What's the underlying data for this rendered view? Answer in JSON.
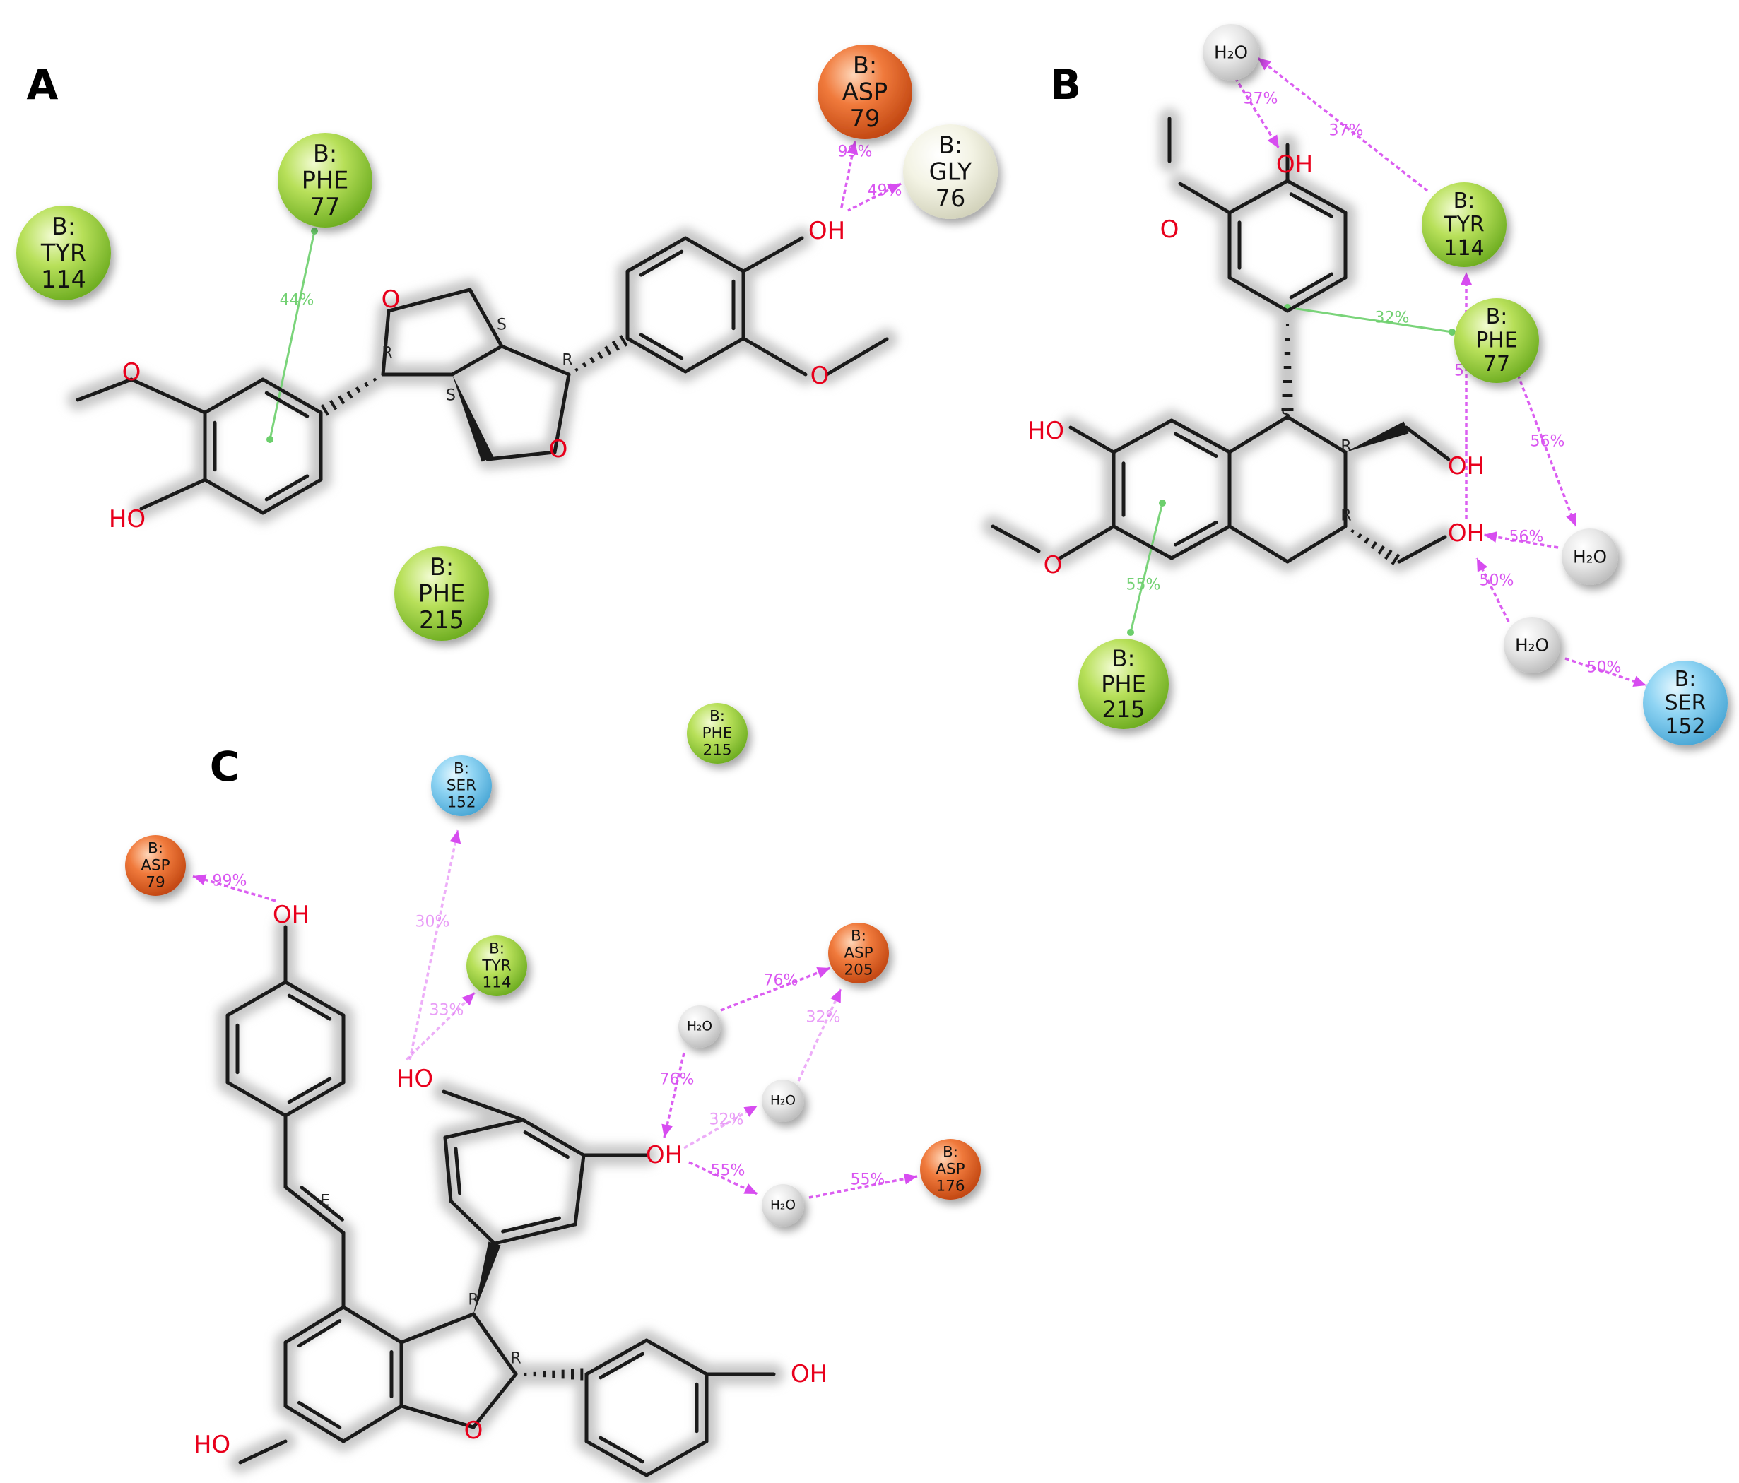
{
  "panels": [
    {
      "id": "A",
      "label": "A"
    },
    {
      "id": "B",
      "label": "B"
    },
    {
      "id": "C",
      "label": "C"
    }
  ],
  "colors": {
    "aromatic": "#8bc73a",
    "acidic": "#e3662b",
    "glycine": "#e9e9d6",
    "polar": "#6fc6ec",
    "water": "#d3d3d3",
    "hbond": "#d74cf0",
    "pipi": "#6ccf6c",
    "oxygen": "#e8001c",
    "bond": "#1a1a1a"
  },
  "residues": [
    {
      "id": "A-phe77",
      "panel": "A",
      "type": "aromatic",
      "lines": [
        "B:",
        "PHE",
        "77"
      ]
    },
    {
      "id": "A-tyr114",
      "panel": "A",
      "type": "aromatic",
      "lines": [
        "B:",
        "TYR",
        "114"
      ]
    },
    {
      "id": "A-asp79",
      "panel": "A",
      "type": "acidic",
      "lines": [
        "B:",
        "ASP",
        "79"
      ]
    },
    {
      "id": "A-gly76",
      "panel": "A",
      "type": "glycine",
      "lines": [
        "B:",
        "GLY",
        "76"
      ]
    },
    {
      "id": "A-phe215",
      "panel": "A",
      "type": "aromatic",
      "lines": [
        "B:",
        "PHE",
        "215"
      ]
    },
    {
      "id": "B-h2o-top",
      "panel": "B",
      "type": "water",
      "lines": [
        "H₂O"
      ]
    },
    {
      "id": "B-tyr114",
      "panel": "B",
      "type": "aromatic",
      "lines": [
        "B:",
        "TYR",
        "114"
      ]
    },
    {
      "id": "B-phe77",
      "panel": "B",
      "type": "aromatic",
      "lines": [
        "B:",
        "PHE",
        "77"
      ]
    },
    {
      "id": "B-h2o-right",
      "panel": "B",
      "type": "water",
      "lines": [
        "H₂O"
      ]
    },
    {
      "id": "B-h2o-bottom",
      "panel": "B",
      "type": "water",
      "lines": [
        "H₂O"
      ]
    },
    {
      "id": "B-ser152",
      "panel": "B",
      "type": "polar",
      "lines": [
        "B:",
        "SER",
        "152"
      ]
    },
    {
      "id": "B-phe215",
      "panel": "B",
      "type": "aromatic",
      "lines": [
        "B:",
        "PHE",
        "215"
      ]
    },
    {
      "id": "C-phe215",
      "panel": "C",
      "type": "aromatic",
      "lines": [
        "B:",
        "PHE",
        "215"
      ]
    },
    {
      "id": "C-ser152",
      "panel": "C",
      "type": "polar",
      "lines": [
        "B:",
        "SER",
        "152"
      ]
    },
    {
      "id": "C-asp79",
      "panel": "C",
      "type": "acidic",
      "lines": [
        "B:",
        "ASP",
        "79"
      ]
    },
    {
      "id": "C-tyr114",
      "panel": "C",
      "type": "aromatic",
      "lines": [
        "B:",
        "TYR",
        "114"
      ]
    },
    {
      "id": "C-asp205",
      "panel": "C",
      "type": "acidic",
      "lines": [
        "B:",
        "ASP",
        "205"
      ]
    },
    {
      "id": "C-h2o-1",
      "panel": "C",
      "type": "water",
      "lines": [
        "H₂O"
      ]
    },
    {
      "id": "C-h2o-2",
      "panel": "C",
      "type": "water",
      "lines": [
        "H₂O"
      ]
    },
    {
      "id": "C-h2o-3",
      "panel": "C",
      "type": "water",
      "lines": [
        "H₂O"
      ]
    },
    {
      "id": "C-asp176",
      "panel": "C",
      "type": "acidic",
      "lines": [
        "B:",
        "ASP",
        "176"
      ]
    }
  ],
  "interactions": [
    {
      "id": "A-pi-phe77",
      "kind": "pi-pi",
      "label": "44%"
    },
    {
      "id": "A-hb-asp79",
      "kind": "hbond",
      "label": "99%"
    },
    {
      "id": "A-hb-gly76",
      "kind": "hbond",
      "label": "49%"
    },
    {
      "id": "B-hb-water-top",
      "kind": "hbond",
      "label": "37%"
    },
    {
      "id": "B-hb-tyr-water",
      "kind": "hbond",
      "label": "37%"
    },
    {
      "id": "B-pi-phe77",
      "kind": "pi-pi",
      "label": "32%"
    },
    {
      "id": "B-hb-tyr114",
      "kind": "hbond",
      "label": "5"
    },
    {
      "id": "B-hb-phe77-water",
      "kind": "hbond",
      "label": "56%"
    },
    {
      "id": "B-hb-water-oh",
      "kind": "hbond",
      "label": "56%"
    },
    {
      "id": "B-hb-water-bottom",
      "kind": "hbond",
      "label": "50%"
    },
    {
      "id": "B-hb-ser152",
      "kind": "hbond",
      "label": "50%"
    },
    {
      "id": "B-pi-phe215",
      "kind": "pi-pi",
      "label": "55%"
    },
    {
      "id": "C-hb-asp79",
      "kind": "hbond",
      "label": "99%"
    },
    {
      "id": "C-hb-ser152",
      "kind": "hbond",
      "label": "30%"
    },
    {
      "id": "C-hb-tyr114",
      "kind": "hbond",
      "label": "33%"
    },
    {
      "id": "C-hb-asp205-w1",
      "kind": "hbond",
      "label": "76%"
    },
    {
      "id": "C-hb-w1-oh",
      "kind": "hbond",
      "label": "76%"
    },
    {
      "id": "C-hb-asp205-w2",
      "kind": "hbond",
      "label": "32%"
    },
    {
      "id": "C-hb-oh-w2",
      "kind": "hbond",
      "label": "32%"
    },
    {
      "id": "C-hb-oh-w3",
      "kind": "hbond",
      "label": "55%"
    },
    {
      "id": "C-hb-w3-asp176",
      "kind": "hbond",
      "label": "55%"
    }
  ],
  "atoms": {
    "o": "O",
    "oh": "OH",
    "ho": "HO"
  },
  "stereo": {
    "r": "R",
    "s": "S",
    "e": "E"
  }
}
